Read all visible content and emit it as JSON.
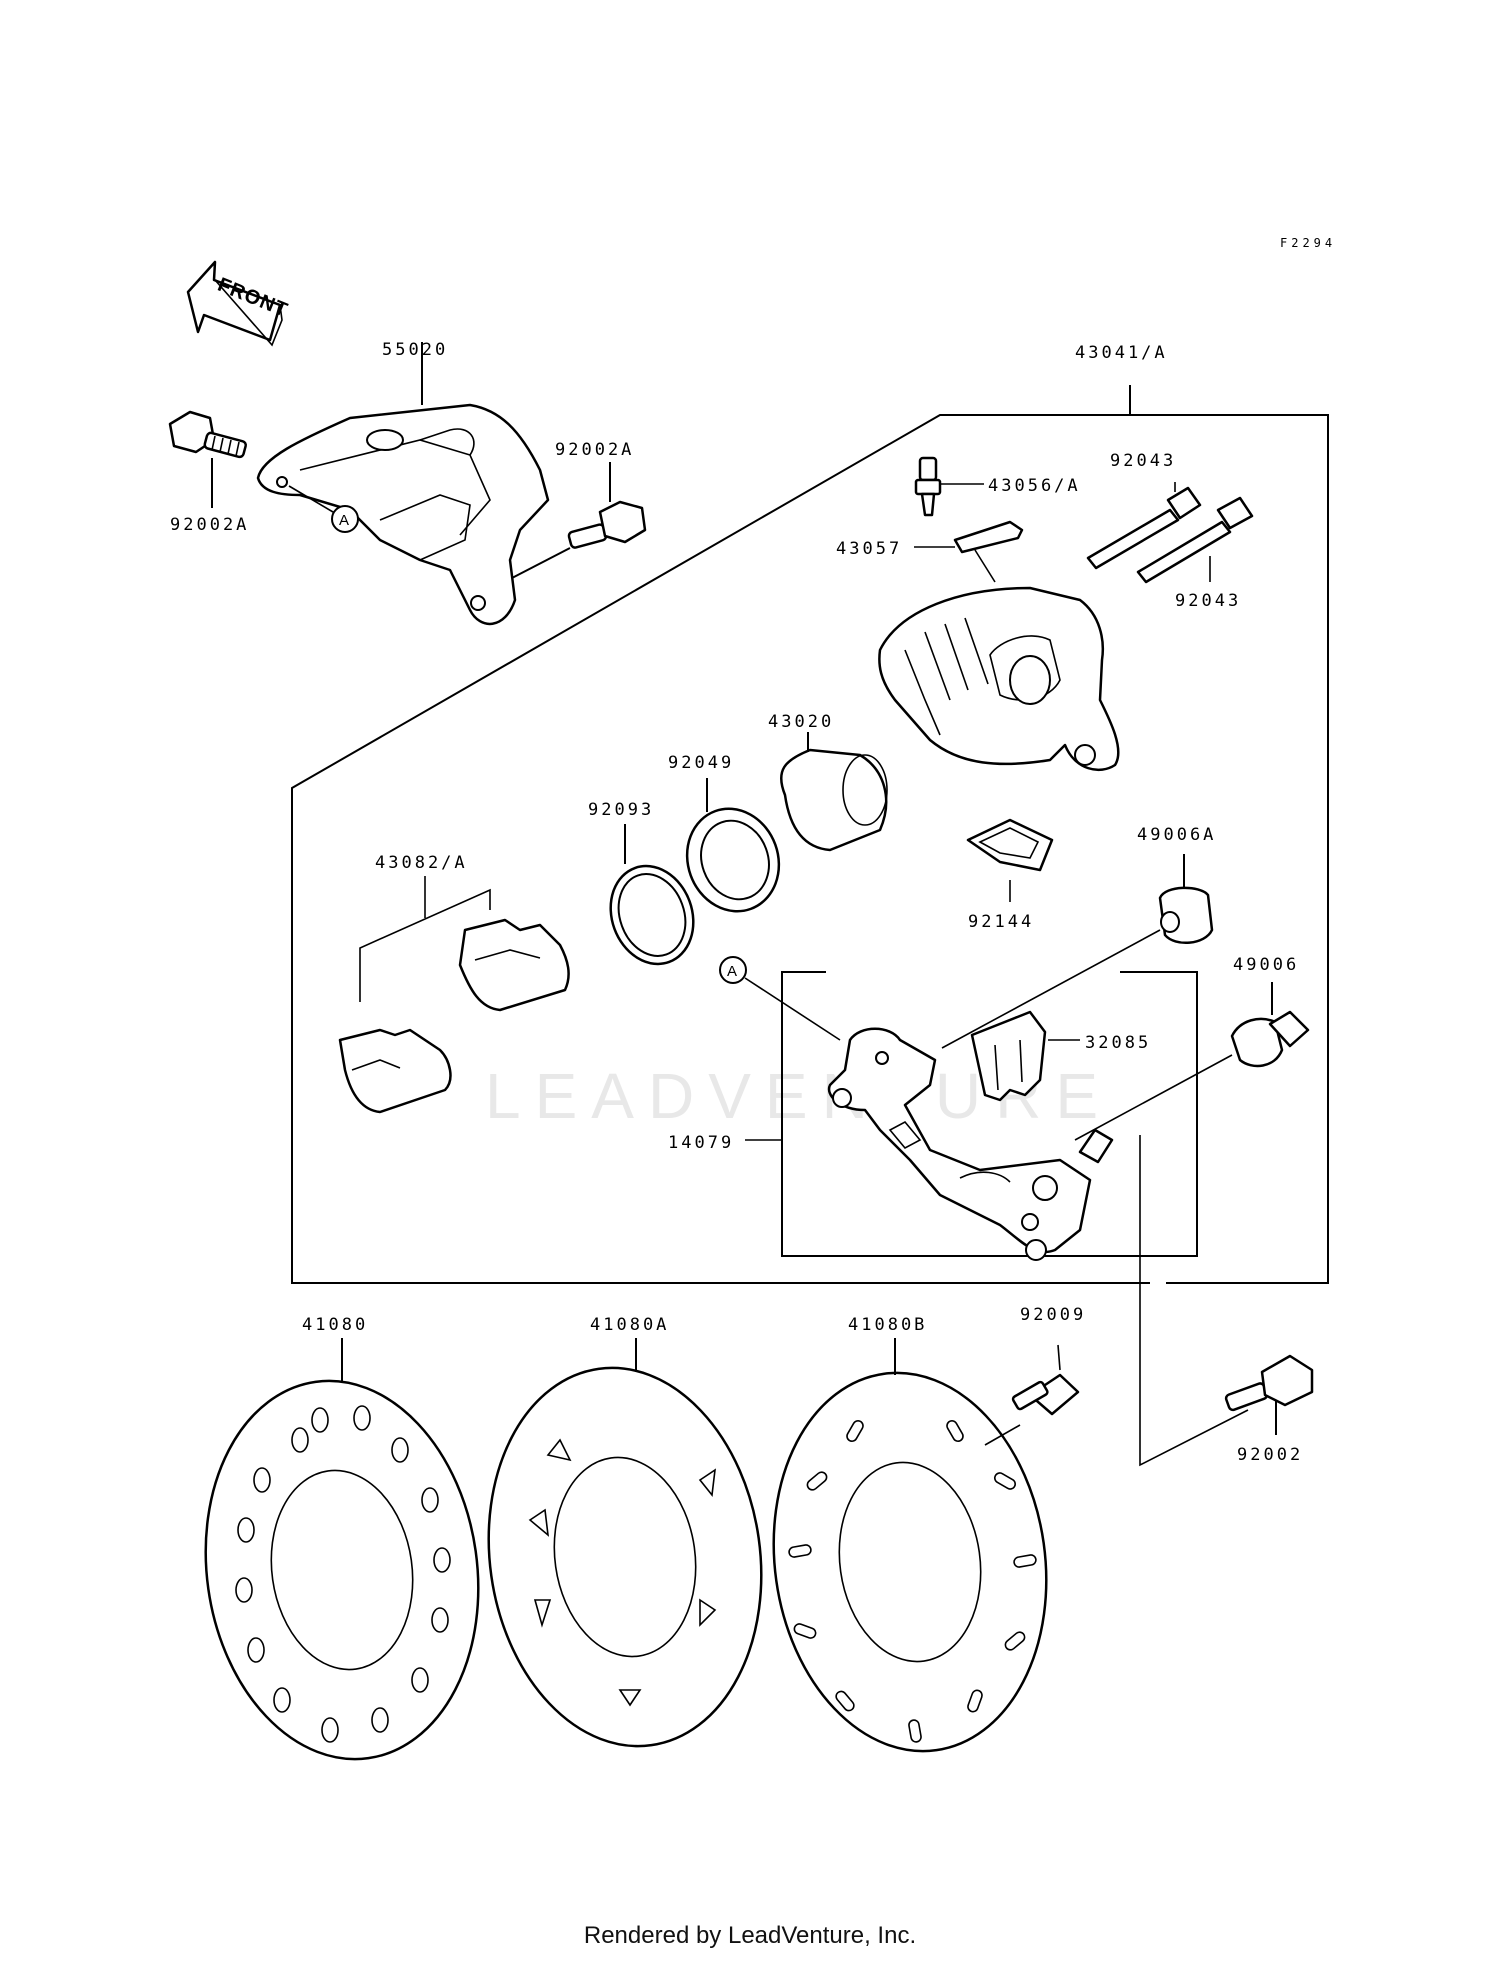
{
  "figure_code": "F2294",
  "front_label": "FRONT",
  "ref_mark": "A",
  "watermark": "LEADVENTURE",
  "footer": "Rendered by LeadVenture, Inc.",
  "labels": {
    "p55020": "55020",
    "p92002A_left": "92002A",
    "p92002A_right": "92002A",
    "p43041A": "43041/A",
    "p43056A": "43056/A",
    "p92043_top": "92043",
    "p43057": "43057",
    "p92043_bottom": "92043",
    "p43020": "43020",
    "p92049": "92049",
    "p92093": "92093",
    "p43082A": "43082/A",
    "p49006A": "49006A",
    "p92144": "92144",
    "p49006": "49006",
    "p32085": "32085",
    "p14079": "14079",
    "p41080": "41080",
    "p41080A": "41080A",
    "p41080B": "41080B",
    "p92009": "92009",
    "p92002": "92002"
  }
}
